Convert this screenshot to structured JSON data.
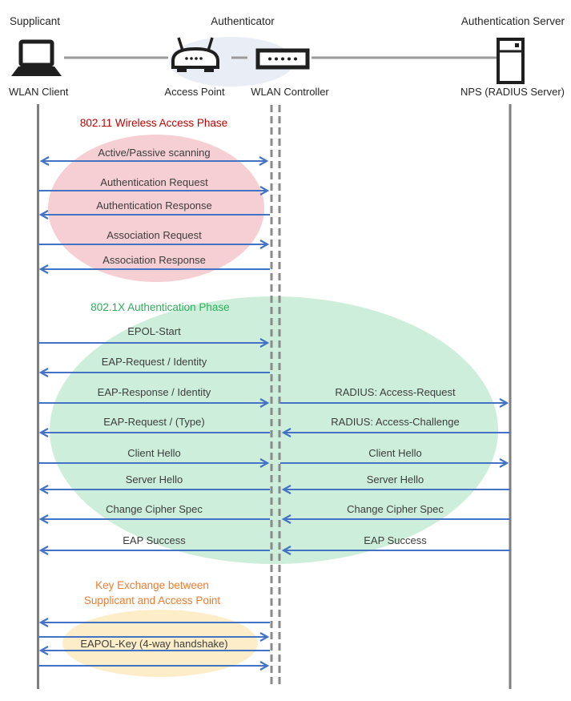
{
  "colors": {
    "arrow_blue": "#4472c4",
    "lifeline_gray": "#7f7f7f",
    "phase1_title": "#c00000",
    "phase2_title": "#2eb05a",
    "phase3_title": "#ed7d31",
    "ellipse_pink": "#f5cfd3",
    "ellipse_green": "#cdeeda",
    "ellipse_yellow": "#fdeec9",
    "ellipse_lightblue": "#e9edf6"
  },
  "header": {
    "roles": {
      "supplicant": "Supplicant",
      "authenticator": "Authenticator",
      "authentication_server": "Authentication Server"
    },
    "devices": {
      "wlan_client": "WLAN Client",
      "access_point": "Access Point",
      "wlan_controller": "WLAN Controller",
      "nps_server": "NPS (RADIUS Server)"
    }
  },
  "phases": {
    "wireless_access": {
      "title": "802.11 Wireless Access Phase"
    },
    "dot1x_auth": {
      "title": "802.1X Authentication Phase"
    },
    "key_exchange": {
      "title_line1": "Key Exchange between",
      "title_line2": "Supplicant and Access Point"
    }
  },
  "messages": [
    {
      "label": "Active/Passive scanning",
      "from": "WLAN Client",
      "to": "WLAN Controller",
      "direction": "bidirectional",
      "phase": "802.11 Wireless Access Phase"
    },
    {
      "label": "Authentication Request",
      "from": "WLAN Client",
      "to": "WLAN Controller",
      "direction": "right",
      "phase": "802.11 Wireless Access Phase"
    },
    {
      "label": "Authentication Response",
      "from": "WLAN Controller",
      "to": "WLAN Client",
      "direction": "left",
      "phase": "802.11 Wireless Access Phase"
    },
    {
      "label": "Association Request",
      "from": "WLAN Client",
      "to": "WLAN Controller",
      "direction": "right",
      "phase": "802.11 Wireless Access Phase"
    },
    {
      "label": "Association Response",
      "from": "WLAN Controller",
      "to": "WLAN Client",
      "direction": "left",
      "phase": "802.11 Wireless Access Phase"
    },
    {
      "label": "EPOL-Start",
      "from": "WLAN Client",
      "to": "WLAN Controller",
      "direction": "right",
      "phase": "802.1X Authentication Phase"
    },
    {
      "label": "EAP-Request / Identity",
      "from": "WLAN Controller",
      "to": "WLAN Client",
      "direction": "left",
      "phase": "802.1X Authentication Phase"
    },
    {
      "label": "EAP-Response / Identity",
      "from": "WLAN Client",
      "to": "WLAN Controller",
      "direction": "right",
      "phase": "802.1X Authentication Phase"
    },
    {
      "label": "RADIUS: Access-Request",
      "from": "WLAN Controller",
      "to": "NPS (RADIUS Server)",
      "direction": "right",
      "phase": "802.1X Authentication Phase"
    },
    {
      "label": "EAP-Request / (Type)",
      "from": "WLAN Controller",
      "to": "WLAN Client",
      "direction": "left",
      "phase": "802.1X Authentication Phase"
    },
    {
      "label": "RADIUS: Access-Challenge",
      "from": "NPS (RADIUS Server)",
      "to": "WLAN Controller",
      "direction": "left",
      "phase": "802.1X Authentication Phase"
    },
    {
      "label": "Client Hello",
      "from": "WLAN Client",
      "to": "WLAN Controller",
      "direction": "right",
      "phase": "802.1X Authentication Phase"
    },
    {
      "label": "Client Hello",
      "from": "WLAN Controller",
      "to": "NPS (RADIUS Server)",
      "direction": "right",
      "phase": "802.1X Authentication Phase"
    },
    {
      "label": "Server Hello",
      "from": "WLAN Controller",
      "to": "WLAN Client",
      "direction": "left",
      "phase": "802.1X Authentication Phase"
    },
    {
      "label": "Server Hello",
      "from": "NPS (RADIUS Server)",
      "to": "WLAN Controller",
      "direction": "left",
      "phase": "802.1X Authentication Phase"
    },
    {
      "label": "Change Cipher Spec",
      "from": "WLAN Controller",
      "to": "WLAN Client",
      "direction": "left",
      "phase": "802.1X Authentication Phase"
    },
    {
      "label": "Change Cipher Spec",
      "from": "NPS (RADIUS Server)",
      "to": "WLAN Controller",
      "direction": "left",
      "phase": "802.1X Authentication Phase"
    },
    {
      "label": "EAP Success",
      "from": "WLAN Controller",
      "to": "WLAN Client",
      "direction": "left",
      "phase": "802.1X Authentication Phase"
    },
    {
      "label": "EAP Success",
      "from": "NPS (RADIUS Server)",
      "to": "WLAN Controller",
      "direction": "left",
      "phase": "802.1X Authentication Phase"
    },
    {
      "label": "EAPOL-Key (4-way handshake)",
      "from": "WLAN Client",
      "to": "WLAN Controller",
      "direction": "four-way: left, right, left, right",
      "phase": "Key Exchange between Supplicant and Access Point"
    }
  ]
}
